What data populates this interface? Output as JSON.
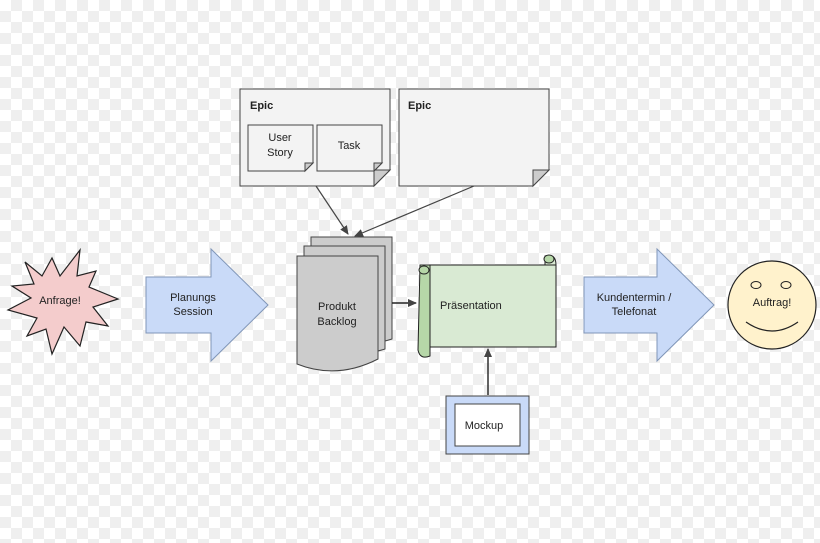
{
  "nodes": {
    "anfrage": "Anfrage!",
    "planungs_line1": "Planungs",
    "planungs_line2": "Session",
    "epic1_title": "Epic",
    "user_story_line1": "User",
    "user_story_line2": "Story",
    "task": "Task",
    "epic2_title": "Epic",
    "produkt_line1": "Produkt",
    "produkt_line2": "Backlog",
    "praesentation": "Präsentation",
    "mockup": "Mockup",
    "kundentermin_line1": "Kundentermin /",
    "kundentermin_line2": "Telefonat",
    "auftrag": "Auftrag!"
  },
  "colors": {
    "starburst_fill": "#f4cccc",
    "arrow_fill": "#c9daf8",
    "epic_fill": "#f3f3f3",
    "backlog_fill": "#cccccc",
    "scroll_fill": "#d9ead3",
    "mockup_frame": "#c9daf8",
    "smiley_fill": "#fff2cc"
  }
}
